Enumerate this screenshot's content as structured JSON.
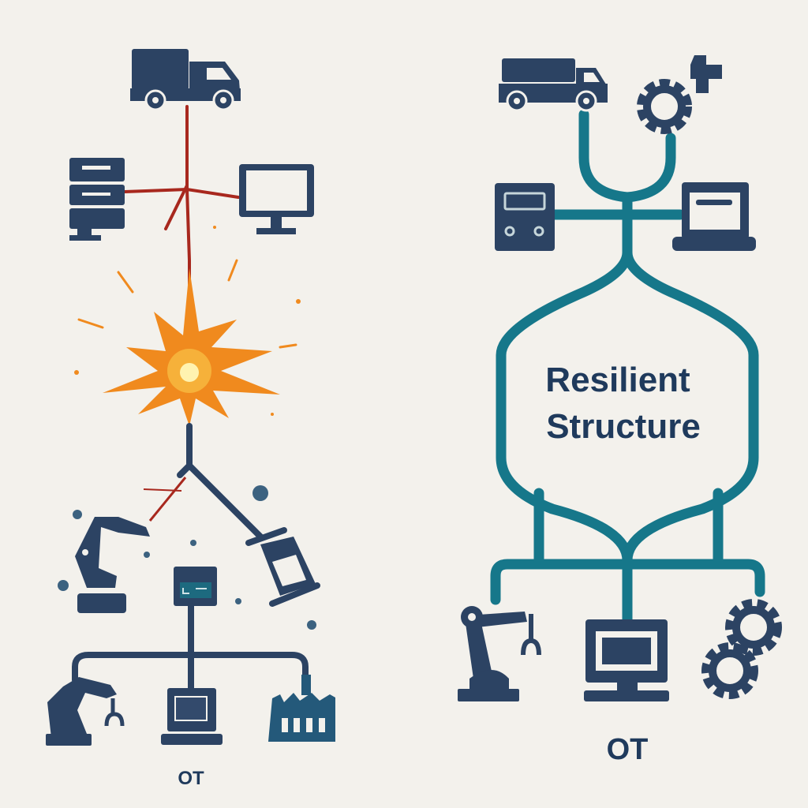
{
  "left_panel": {
    "bottom_label": "OT",
    "icons": [
      "truck-icon",
      "server-icon",
      "monitor-icon",
      "explosion-icon",
      "robot-arm-icon",
      "broken-machine-icon",
      "plc-icon",
      "robot-arm-icon",
      "computer-icon",
      "factory-icon"
    ]
  },
  "right_panel": {
    "center_label_line1": "Resilient",
    "center_label_line2": "Structure",
    "bottom_label": "OT",
    "icons": [
      "truck-icon",
      "gear-icon",
      "control-panel-icon",
      "laptop-icon",
      "robot-arm-icon",
      "monitor-icon",
      "gears-icon"
    ]
  },
  "colors": {
    "background": "#f3f1ec",
    "navy": "#2c4363",
    "teal": "#16778a",
    "failure_red": "#a8281e",
    "explosion_orange": "#f08a1e"
  }
}
